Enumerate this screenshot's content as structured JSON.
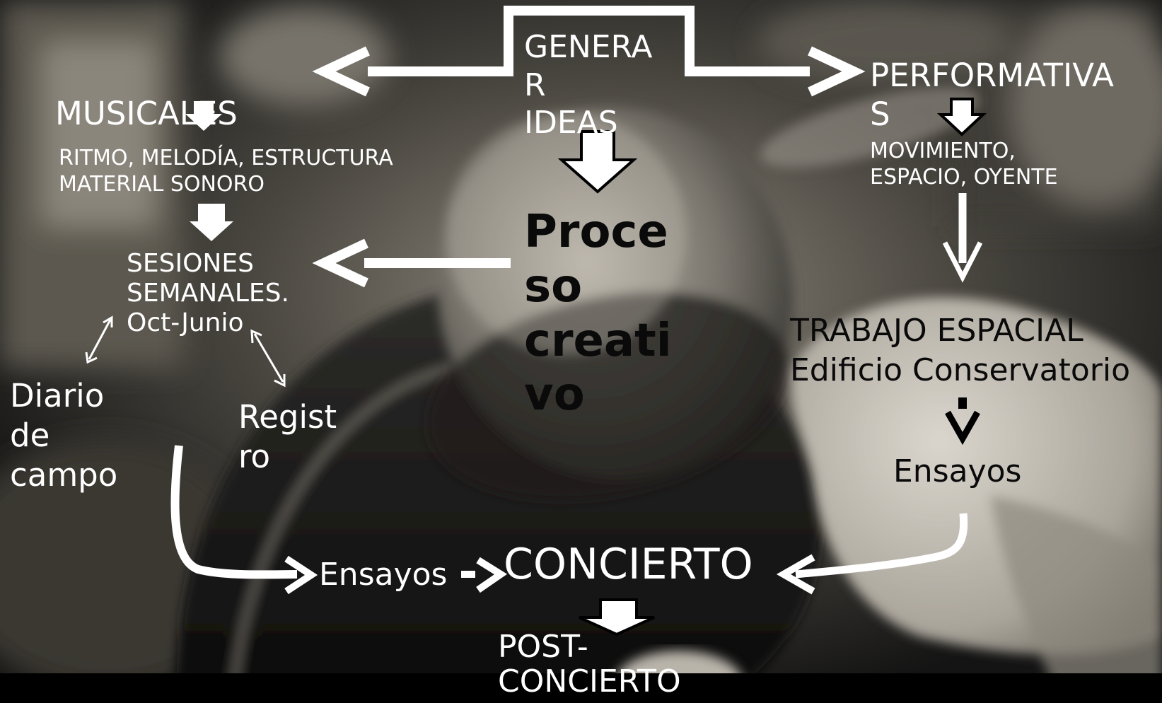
{
  "colors": {
    "arrow_light": "#ffffff",
    "arrow_dark": "#000000",
    "text_light": "#ffffff",
    "text_dark": "#0a0a0a",
    "photo_tone_light": "#cfcbc2",
    "photo_tone_dark": "#121212"
  },
  "background": {
    "subject": "blurred sepia photograph of an overturned cooking pot held in a hand (instrument)"
  },
  "nodes": {
    "generar_ideas": "GENERA\nR\nIDEAS",
    "musicales": "MUSICALES",
    "musicales_detail": "RITMO, MELODÍA, ESTRUCTURA\nMATERIAL SONORO",
    "sesiones": "SESIONES\nSEMANALES.\nOct-Junio",
    "diario": "Diario\nde\ncampo",
    "registro": "Regist\nro",
    "proceso": "Proce\nso\ncreati\nvo",
    "performativas": "PERFORMATIVA\nS",
    "performativas_detail": "MOVIMIENTO,\nESPACIO, OYENTE",
    "trabajo_espacial": "TRABAJO ESPACIAL\nEdificio Conservatorio",
    "ensayos_right": "Ensayos",
    "ensayos_left": "Ensayos",
    "concierto": "CONCIERTO",
    "post_concierto": "POST-\nCONCIERTO"
  }
}
